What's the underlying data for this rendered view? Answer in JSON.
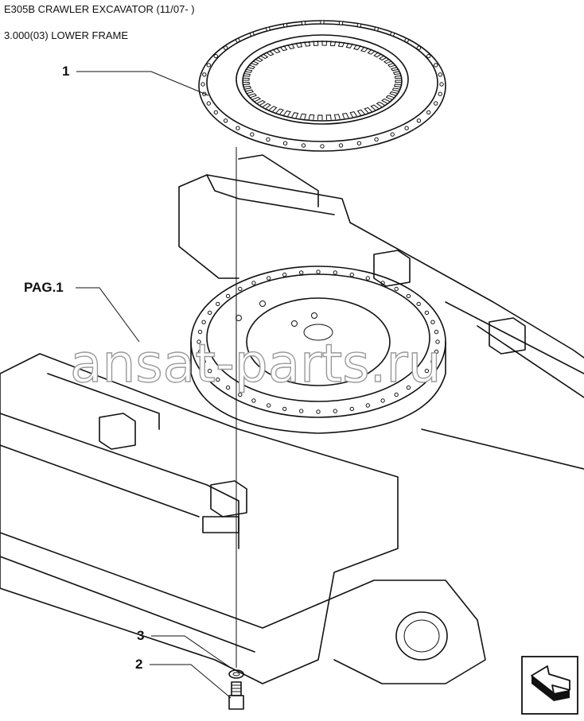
{
  "header": {
    "title": "E305B CRAWLER EXCAVATOR (11/07- )",
    "subtitle": "3.000(03) LOWER FRAME"
  },
  "callouts": {
    "item_1": "1",
    "item_2": "2",
    "item_3": "3",
    "ref_page": "PAG.1"
  },
  "watermark": "ansat-parts.ru",
  "nav_icon": "navigation-arrow-icon",
  "colors": {
    "line": "#111111",
    "watermark_stroke": "#9a9a9a",
    "background": "#ffffff"
  }
}
